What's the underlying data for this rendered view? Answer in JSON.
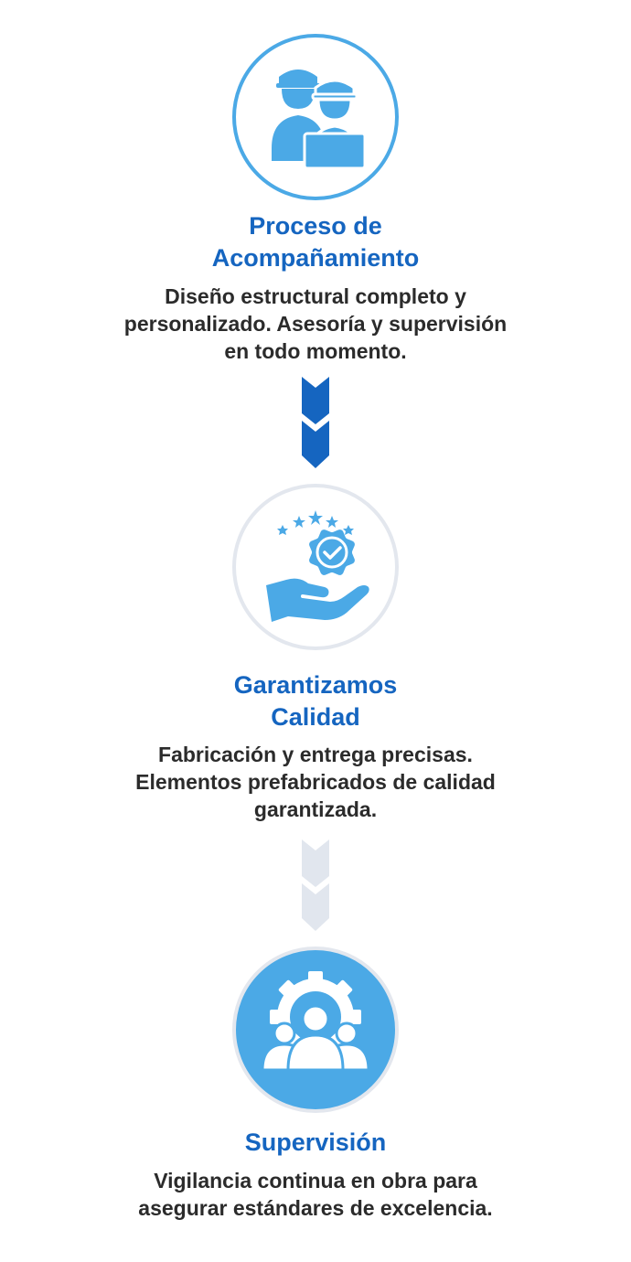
{
  "steps": [
    {
      "title_line1": "Proceso de",
      "title_line2": "Acompañamiento",
      "desc_lines": [
        "Diseño estructural completo y",
        "personalizado. Asesoría y supervisión",
        "en todo momento."
      ],
      "icon": "workers-icon"
    },
    {
      "title_line1": "Garantizamos",
      "title_line2": "Calidad",
      "desc_lines": [
        "Fabricación y entrega precisas.",
        "Elementos prefabricados de calidad",
        "garantizada."
      ],
      "icon": "quality-hand-icon"
    },
    {
      "title_line1": "Supervisión",
      "desc_lines": [
        "Vigilancia continua en obra para",
        "asegurar estándares de excelencia."
      ],
      "icon": "team-gear-icon"
    }
  ],
  "colors": {
    "accent": "#1565c0",
    "icon_blue": "#4ba9e6",
    "connector_active": "#1565c0",
    "connector_inactive": "#e1e6ee",
    "text": "#2b2b2b"
  }
}
